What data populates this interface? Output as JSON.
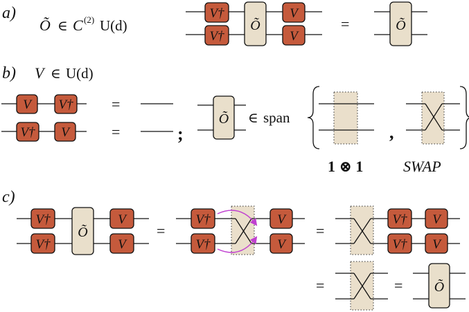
{
  "panels": {
    "a": {
      "label": "a)",
      "set_symbol": "C",
      "set_superscript": "(2)",
      "group": "U(d)",
      "equals": "="
    },
    "b": {
      "label": "b)",
      "group": "U(d)",
      "equals": "=",
      "separator": ";",
      "comma": ",",
      "span_word": "span",
      "identity_caption": "1 ⊗ 1",
      "swap_caption": "SWAP"
    },
    "c": {
      "label": "c)",
      "equals": "="
    }
  },
  "symbols": {
    "unitary": "V",
    "adjoint": "V†",
    "twirled_operator": "Õ",
    "element_of": "∈"
  },
  "colors": {
    "unitary_gate": "#c55a3c",
    "operator_gate": "#e9dfcb",
    "permutation_arrow": "#c040d0"
  }
}
